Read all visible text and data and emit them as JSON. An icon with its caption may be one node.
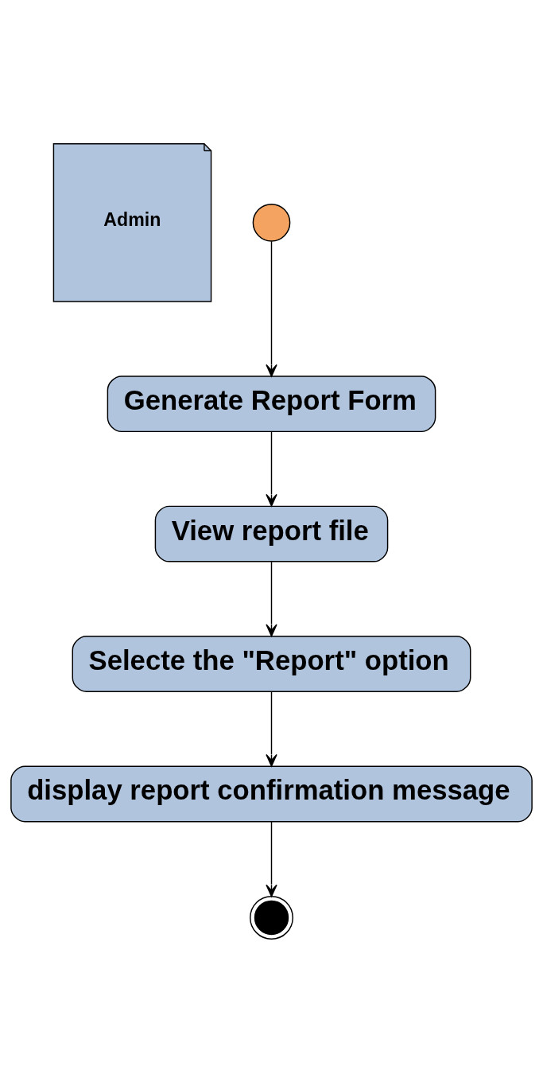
{
  "diagram": {
    "nodes": [
      {
        "text": [
          "Admin"
        ]
      },
      {
        "text": [],
        "shape": "circle"
      },
      {
        "text": [
          "Generate Report Form"
        ]
      },
      {
        "text": [
          "View report file"
        ]
      },
      {
        "text": [
          "Selecte the \"Report\" option"
        ]
      },
      {
        "text": [
          "display report confirmation message"
        ]
      },
      {
        "text": [],
        "shape": "circle"
      }
    ],
    "edges": [
      {
        "from": 1,
        "to": 2,
        "arrow": "to"
      },
      {
        "from": 2,
        "to": 3,
        "arrow": "to"
      },
      {
        "from": 3,
        "to": 4,
        "arrow": "to"
      },
      {
        "from": 4,
        "to": 5,
        "arrow": "to"
      },
      {
        "from": 5,
        "to": 6,
        "arrow": "to"
      }
    ]
  }
}
